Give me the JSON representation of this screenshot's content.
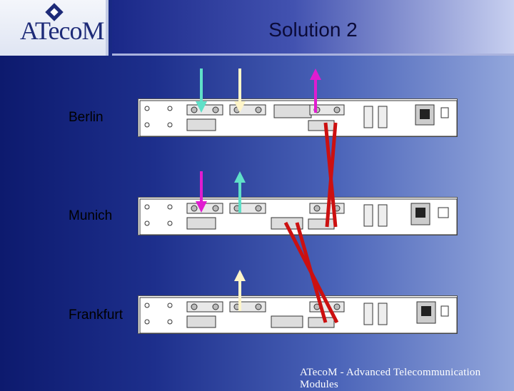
{
  "logo": {
    "text": "ATecoM"
  },
  "title": "Solution 2",
  "sites": [
    {
      "label": "Berlin"
    },
    {
      "label": "Munich"
    },
    {
      "label": "Frankfurt"
    }
  ],
  "footer": "ATecoM - Advanced Telecommunication Modules",
  "colors": {
    "arrow_cyan": "#5fe0c8",
    "arrow_cream": "#fff5c8",
    "arrow_magenta": "#e01cd0",
    "cable_red": "#cc1010"
  }
}
